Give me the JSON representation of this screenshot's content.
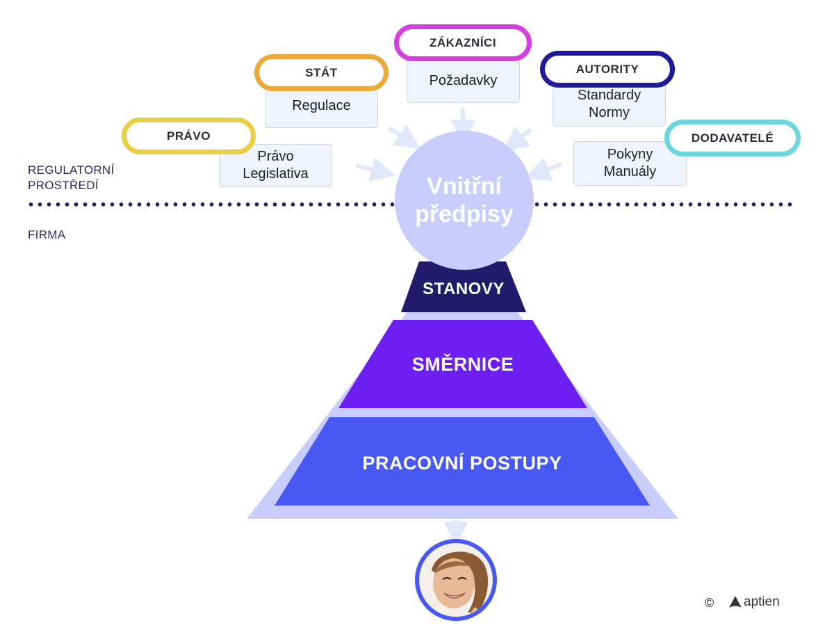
{
  "sources": [
    {
      "id": "pravo",
      "title": "PRÁVO",
      "lines": [
        "Právo",
        "Legislativa"
      ],
      "color": "#e7cf46"
    },
    {
      "id": "stat",
      "title": "STÁT",
      "lines": [
        "Regulace"
      ],
      "color": "#eca93a"
    },
    {
      "id": "zakaznici",
      "title": "ZÁKAZNÍCI",
      "lines": [
        "Požadavky"
      ],
      "color": "#d63ee0"
    },
    {
      "id": "autority",
      "title": "AUTORITY",
      "lines": [
        "Standardy",
        "Normy"
      ],
      "color": "#1e1a9e"
    },
    {
      "id": "dodavatele",
      "title": "DODAVATELÉ",
      "lines": [
        "Pokyny",
        "Manuály"
      ],
      "color": "#6bd6dc"
    }
  ],
  "zones": {
    "regulatory": [
      "REGULATORNÍ",
      "PROSTŘEDÍ"
    ],
    "firm": "FIRMA"
  },
  "center": {
    "lines": [
      "Vnitřní",
      "předpisy"
    ]
  },
  "pyramid": [
    {
      "id": "stanovy",
      "label": "STANOVY",
      "color": "#241a6b"
    },
    {
      "id": "smernice",
      "label": "SMĚRNICE",
      "color": "#6d1ff1"
    },
    {
      "id": "pracovni-postupy",
      "label": "PRACOVNÍ POSTUPY",
      "color": "#4759f2"
    }
  ],
  "colors": {
    "pyramid_bg": "#c9cdfb",
    "circle": "#c8cdfb",
    "arrows": "#e1e8f9",
    "dots": "#221f5e"
  },
  "footer": {
    "copyright": "©",
    "brand": "aptien"
  }
}
